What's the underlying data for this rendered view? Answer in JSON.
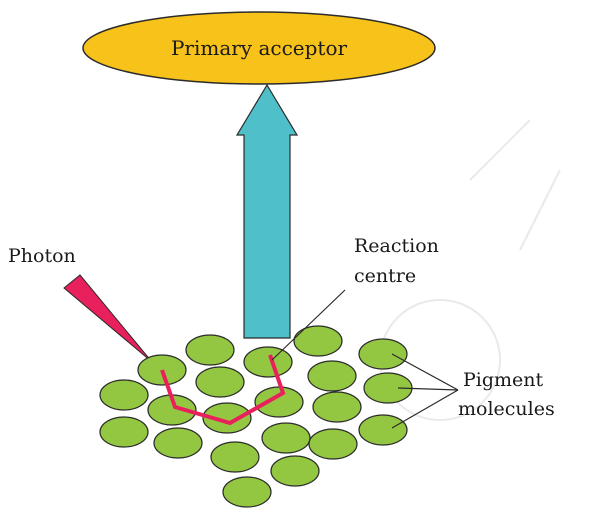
{
  "labels": {
    "primary_acceptor": "Primary acceptor",
    "photon": "Photon",
    "reaction_centre_line1": "Reaction",
    "reaction_centre_line2": "centre",
    "pigment_line1": "Pigment",
    "pigment_line2": "molecules"
  },
  "colors": {
    "acceptor_fill": "#f7c21a",
    "acceptor_stroke": "#2b2b2b",
    "arrow_fill": "#4fbfca",
    "pigment_fill": "#94c741",
    "energy_path": "#e8205c",
    "photon_fill": "#e8205c"
  },
  "icons": {
    "arrow": "up-arrow-icon",
    "photon": "photon-wedge-icon",
    "pigment": "pigment-molecule-icon"
  }
}
